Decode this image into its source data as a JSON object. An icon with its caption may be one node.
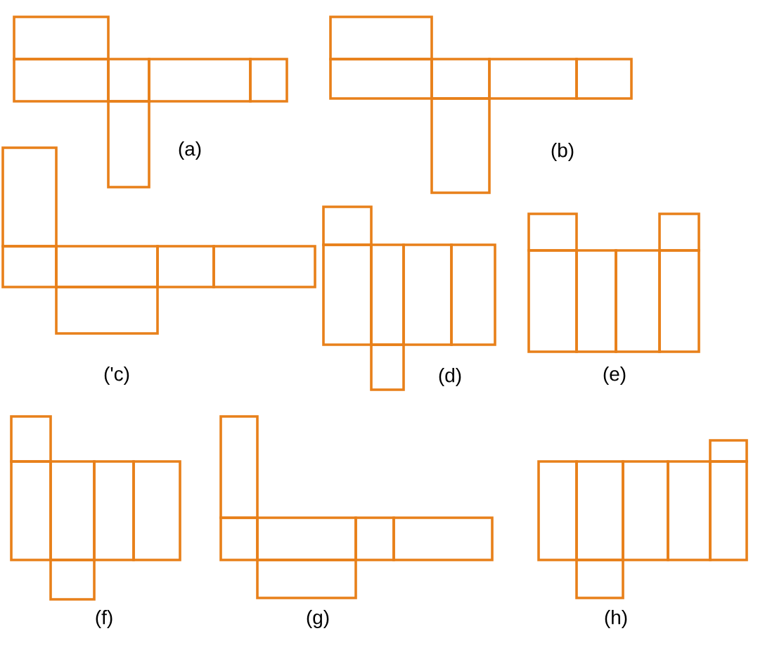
{
  "diagram": {
    "labels": [
      "(a)",
      "(b)",
      "('c)",
      "(d)",
      "(e)",
      "(f)",
      "(g)",
      "(h)"
    ]
  }
}
